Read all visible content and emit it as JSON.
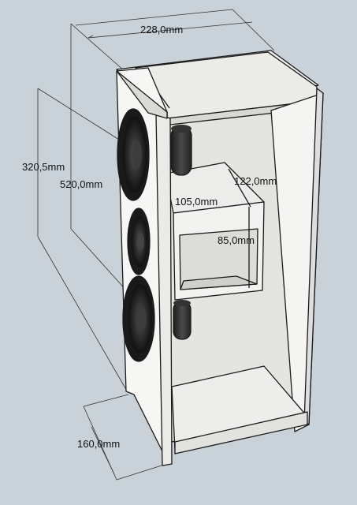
{
  "dimensions": {
    "width": "228,0mm",
    "height_upper": "320,5mm",
    "height_total": "520,0mm",
    "depth": "160,0mm",
    "shelf_depth": "122,0mm",
    "shelf_width": "105,0mm",
    "opening_height": "85,0mm"
  },
  "colors": {
    "background": "#c9d2d8",
    "panel_light": "#f2f2f0",
    "panel_shade": "#dcdcd8",
    "interior": "#e6e6e3",
    "driver_dark": "#2b2b2b"
  }
}
